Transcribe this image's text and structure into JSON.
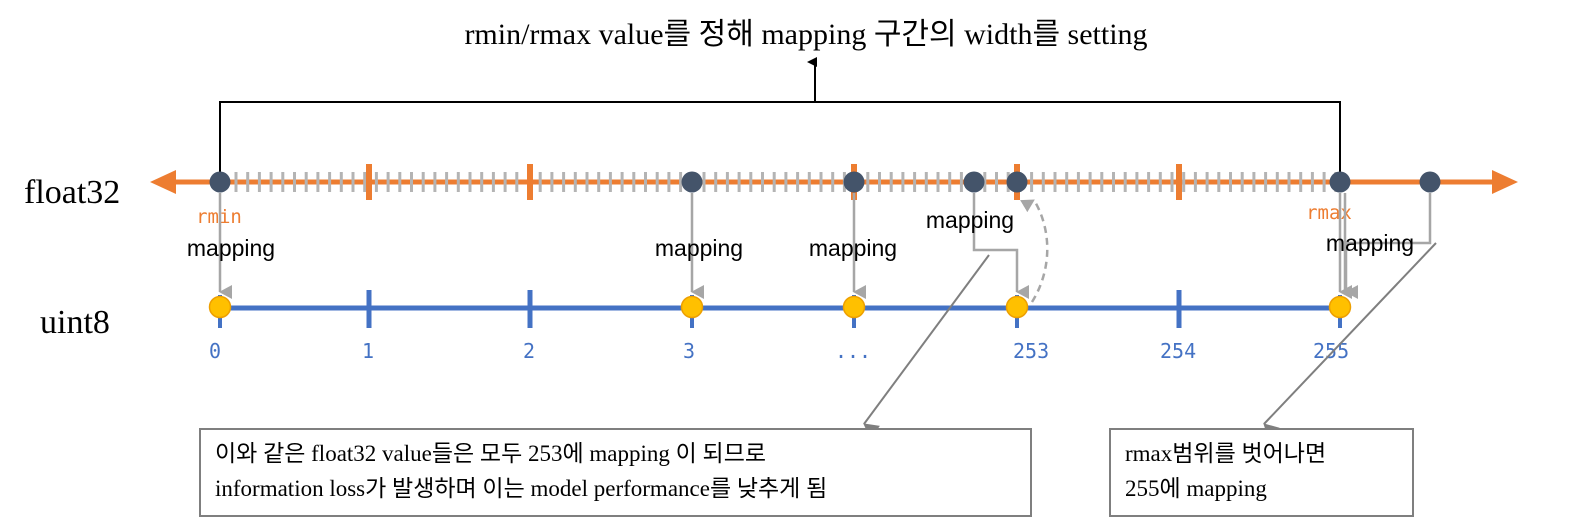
{
  "title": "rmin/rmax value를 정해 mapping 구간의 width를 setting",
  "rows": {
    "float_label": "float32",
    "uint_label": "uint8"
  },
  "float_axis": {
    "rmin_label": "rmin",
    "rmax_label": "rmax"
  },
  "uint_ticks": [
    "0",
    "1",
    "2",
    "3",
    "...",
    "253",
    "254",
    "255"
  ],
  "mapping_label": "mapping",
  "notes": {
    "loss_line1": "이와 같은 float32 value들은 모두 253에 mapping 이 되므로",
    "loss_line2": "information loss가 발생하며 이는 model performance를 낮추게 됨",
    "rmax_line1": "rmax범위를 벗어나면",
    "rmax_line2": "255에 mapping"
  },
  "colors": {
    "float_axis": "#ed7d31",
    "uint_axis": "#4472c4",
    "float_point": "#44546a",
    "uint_point": "#ffc000",
    "arrow_gray": "#a6a6a6",
    "callout_gray": "#7f7f7f"
  }
}
